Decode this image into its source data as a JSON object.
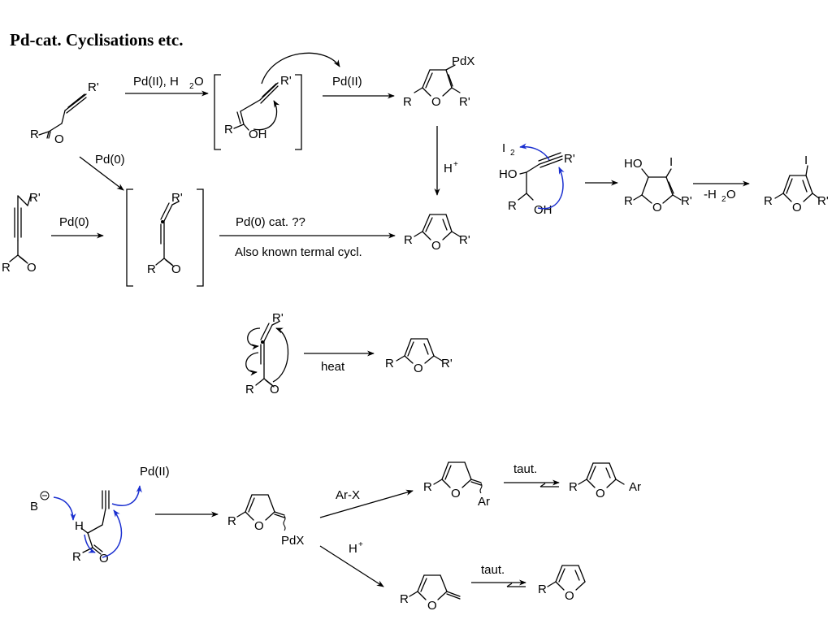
{
  "title": "Pd-cat. Cyclisations etc.",
  "colors": {
    "ink": "#000000",
    "curly_arrow": "#1a2fd0",
    "background": "#ffffff"
  },
  "labels": {
    "R": "R",
    "R_prime": "R'",
    "O": "O",
    "OH": "OH",
    "HO": "HO",
    "H": "H",
    "I": "I",
    "I2": "I",
    "two": "2",
    "PdX": "PdX",
    "Ar": "Ar",
    "B": "B",
    "minus": "−",
    "plus": "+"
  },
  "reagents": {
    "pd2_h2o": "Pd(II), H",
    "h2o_sub": "2",
    "h2o_O": "O",
    "pd2": "Pd(II)",
    "pd0": "Pd(0)",
    "h_plus": "H",
    "pd0_cat": "Pd(0) cat. ??",
    "also_known": "Also known termal cycl.",
    "minus_h2o": "-H",
    "heat": "heat",
    "ar_x": "Ar-X",
    "taut": "taut."
  }
}
